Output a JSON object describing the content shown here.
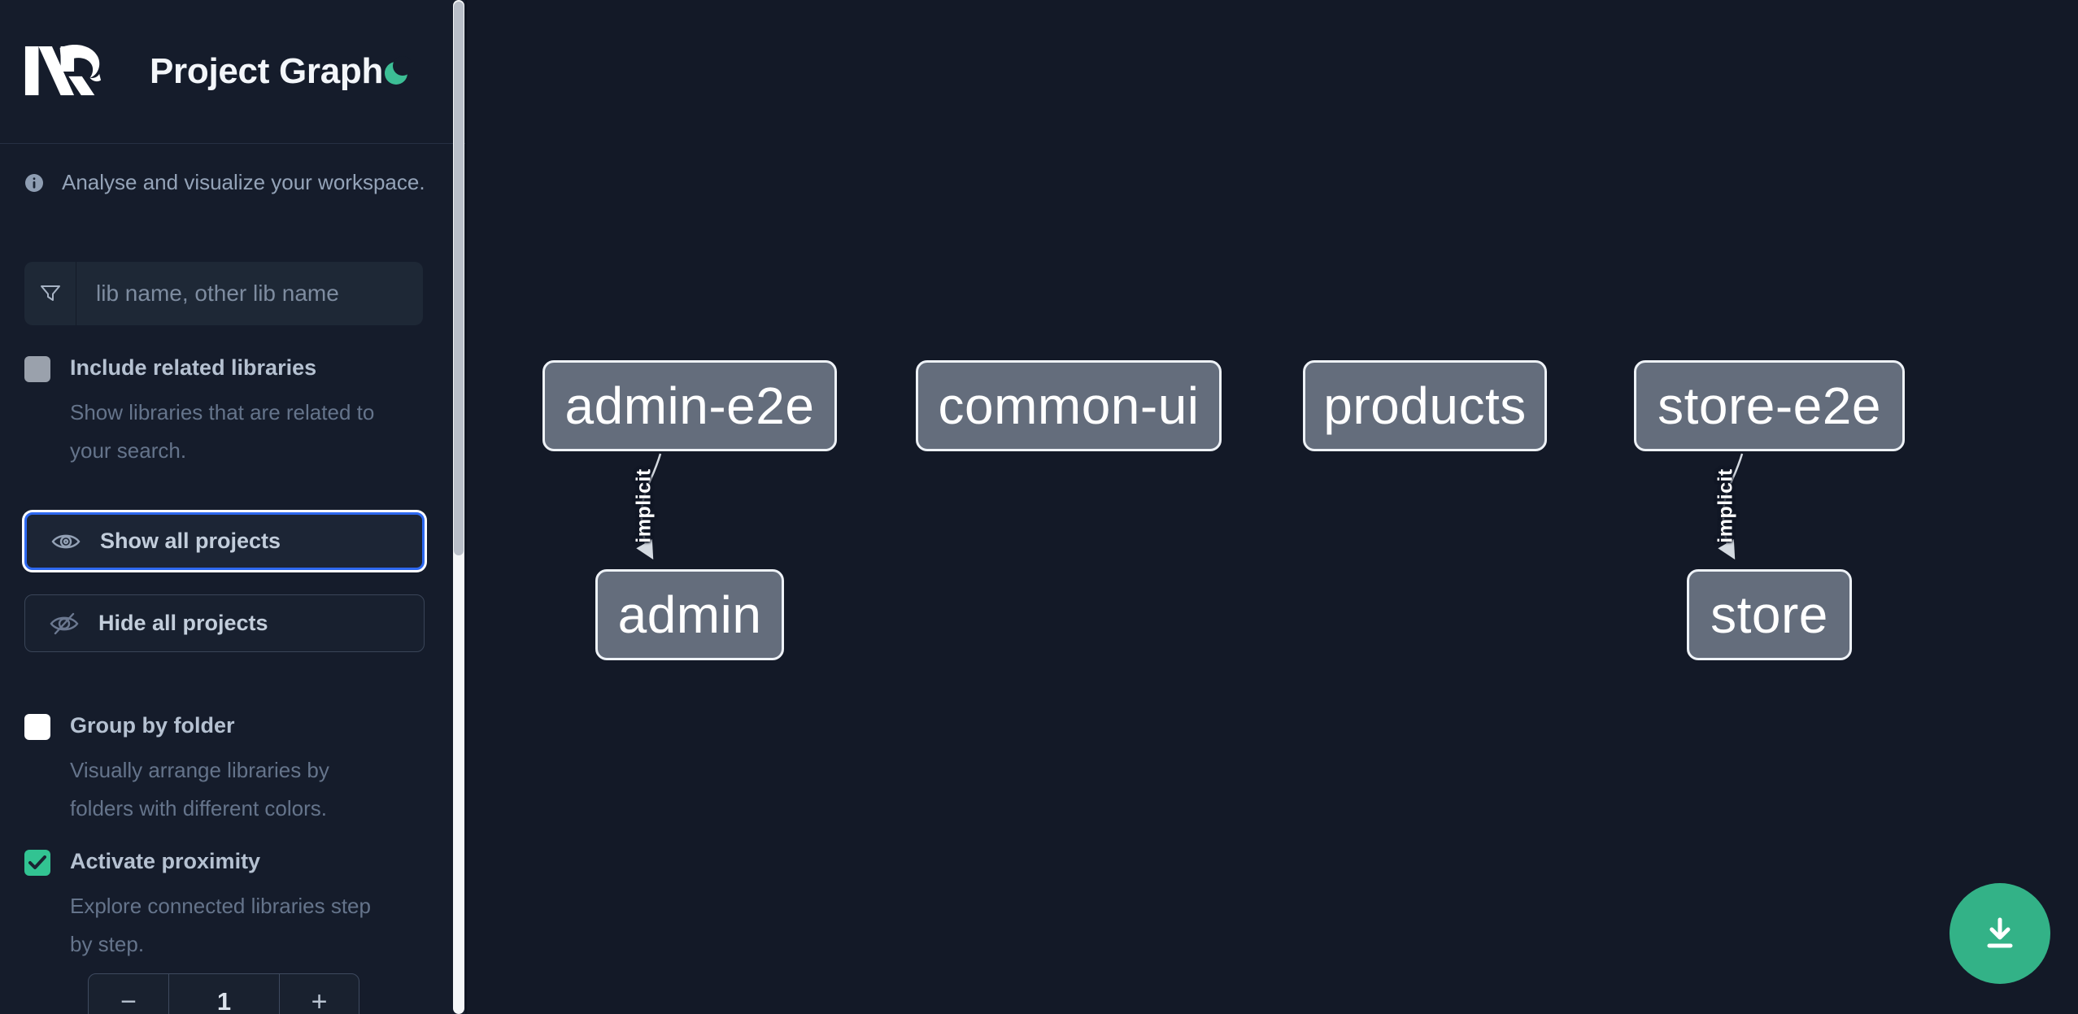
{
  "header": {
    "title": "Project Graph",
    "logo": "nx-logo",
    "theme_toggle_icon": "moon-icon"
  },
  "sidebar": {
    "info_text": "Analyse and visualize your workspace.",
    "search": {
      "placeholder": "lib name, other lib name",
      "icon": "filter-icon"
    },
    "toggles": [
      {
        "label": "Include related libraries",
        "description": "Show libraries that are related to\nyour search.",
        "checked": false
      },
      {
        "label": "Group by folder",
        "description": "Visually arrange libraries by\nfolders with different colors.",
        "checked": false
      },
      {
        "label": "Activate proximity",
        "description": "Explore connected libraries step\nby step.",
        "checked": true
      }
    ],
    "buttons": [
      {
        "label": "Show all projects",
        "icon": "eye-icon",
        "focused": true
      },
      {
        "label": "Hide all projects",
        "icon": "eye-off-icon",
        "focused": false
      }
    ],
    "stepper": {
      "decrement_label": "−",
      "value": "1",
      "increment_label": "+"
    }
  },
  "graph": {
    "nodes": [
      {
        "id": "admin-e2e",
        "label": "admin-e2e"
      },
      {
        "id": "common-ui",
        "label": "common-ui"
      },
      {
        "id": "products",
        "label": "products"
      },
      {
        "id": "store-e2e",
        "label": "store-e2e"
      },
      {
        "id": "admin",
        "label": "admin"
      },
      {
        "id": "store",
        "label": "store"
      }
    ],
    "edges": [
      {
        "from": "admin-e2e",
        "to": "admin",
        "label": "implicit"
      },
      {
        "from": "store-e2e",
        "to": "store",
        "label": "implicit"
      }
    ]
  },
  "fab": {
    "icon": "download-icon"
  },
  "colors": {
    "sidebar_bg": "#151C2B",
    "canvas_bg": "#131927",
    "accent_teal": "#3CBE95",
    "fab_green": "#33B287",
    "focus_blue": "#2D68F0",
    "node_fill": "#646D7C",
    "node_border": "#EEF2F7",
    "edge_gray": "#D4DAE1",
    "checkbox_checked": "#32C392"
  }
}
